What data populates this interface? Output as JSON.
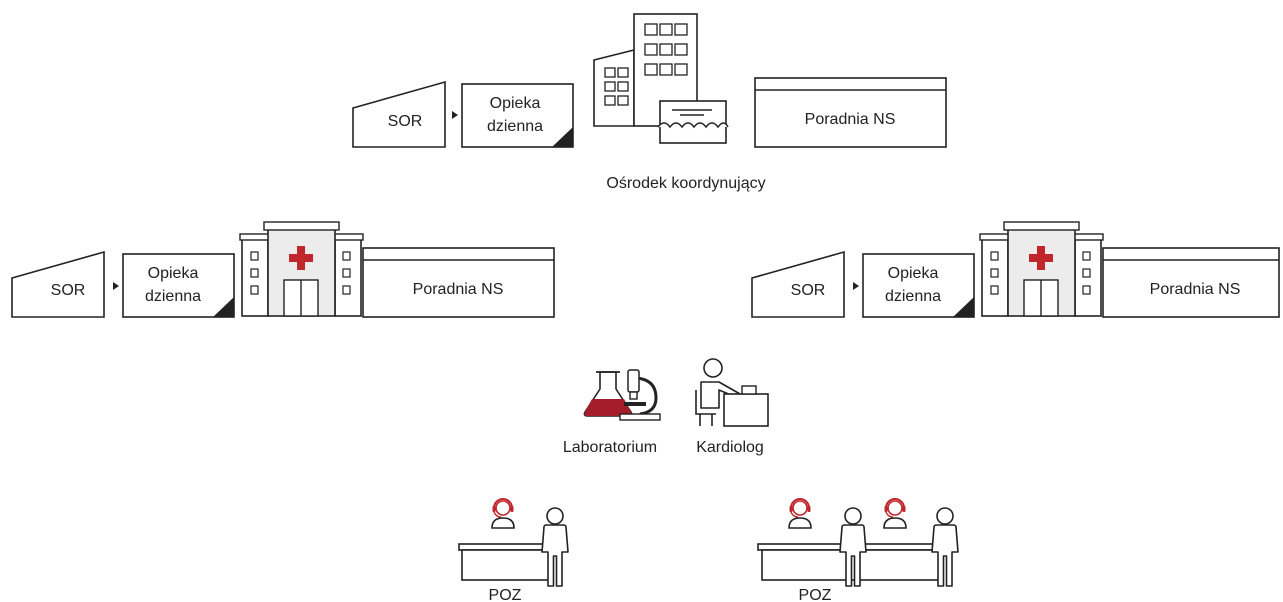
{
  "colors": {
    "stroke": "#222222",
    "fill_light": "#ececec",
    "accent_red": "#c0272d",
    "flask_liquid": "#a31d2a",
    "background": "#ffffff"
  },
  "coordinating_center": {
    "caption": "Ośrodek koordynujący",
    "sor_label": "SOR",
    "day_care_label_line1": "Opieka",
    "day_care_label_line2": "dzienna",
    "clinic_label": "Poradnia NS",
    "building_icon": "office-buildings-icon"
  },
  "hospital_left": {
    "sor_label": "SOR",
    "day_care_label_line1": "Opieka",
    "day_care_label_line2": "dzienna",
    "clinic_label": "Poradnia NS",
    "building_icon": "hospital-icon"
  },
  "hospital_right": {
    "sor_label": "SOR",
    "day_care_label_line1": "Opieka",
    "day_care_label_line2": "dzienna",
    "clinic_label": "Poradnia NS",
    "building_icon": "hospital-icon"
  },
  "services": {
    "laboratory_label": "Laboratorium",
    "laboratory_icon": "laboratory-flask-microscope-icon",
    "cardiologist_label": "Kardiolog",
    "cardiologist_icon": "doctor-at-desk-icon"
  },
  "primary_care": {
    "small_label": "POZ",
    "large_label": "POZ",
    "icon": "reception-desk-icon"
  }
}
